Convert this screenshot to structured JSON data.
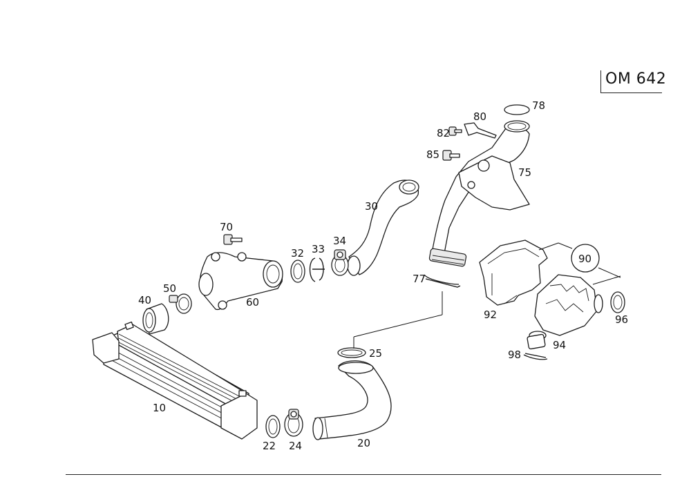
{
  "model_label": "OM 642",
  "callouts": {
    "p10": "10",
    "p20": "20",
    "p22": "22",
    "p24": "24",
    "p25": "25",
    "p30": "30",
    "p32": "32",
    "p33": "33",
    "p34": "34",
    "p40": "40",
    "p50": "50",
    "p60": "60",
    "p70": "70",
    "p75": "75",
    "p77": "77",
    "p78": "78",
    "p80": "80",
    "p82": "82",
    "p85": "85",
    "p90": "90",
    "p92": "92",
    "p94": "94",
    "p96": "96",
    "p98": "98"
  }
}
